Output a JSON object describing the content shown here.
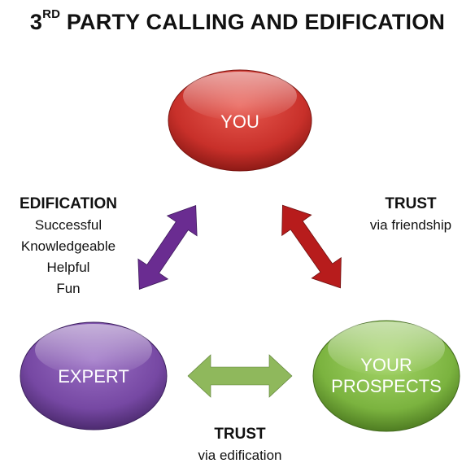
{
  "title": {
    "number": "3",
    "superscript": "RD",
    "text": "PARTY CALLING AND EDIFICATION"
  },
  "nodes": {
    "you": {
      "label": "YOU",
      "color": "#c62828"
    },
    "expert": {
      "label": "EXPERT",
      "color": "#7b4aa8"
    },
    "prospects": {
      "label_line1": "YOUR",
      "label_line2": "PROSPECTS",
      "color": "#7cb342"
    }
  },
  "arrows": {
    "you_expert": {
      "color": "#6a2c91"
    },
    "you_prospects": {
      "color": "#b71c1c"
    },
    "expert_prospects": {
      "color": "#8fb85c"
    }
  },
  "annotations": {
    "edification": {
      "heading": "EDIFICATION",
      "items": [
        "Successful",
        "Knowledgeable",
        "Helpful",
        "Fun"
      ]
    },
    "trust_friendship": {
      "heading": "TRUST",
      "subtext": "via friendship"
    },
    "trust_edification": {
      "heading": "TRUST",
      "subtext": "via edification"
    }
  }
}
